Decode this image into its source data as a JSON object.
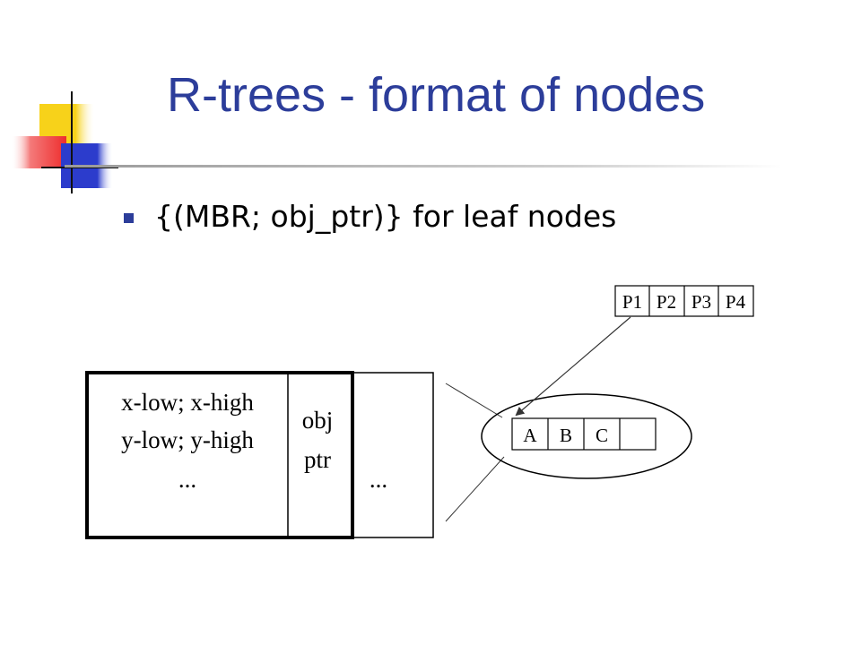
{
  "slide": {
    "title": "R-trees - format of nodes",
    "bullet": "{(MBR; obj_ptr)} for leaf nodes"
  },
  "node": {
    "line1": "x-low; x-high",
    "line2": "y-low; y-high",
    "line3": "...",
    "ptr_line1": "obj",
    "ptr_line2": "ptr",
    "more": "..."
  },
  "parent_node": {
    "cells": [
      "P1",
      "P2",
      "P3",
      "P4"
    ]
  },
  "child_node": {
    "cells": [
      "A",
      "B",
      "C",
      ""
    ]
  },
  "colors": {
    "title": "#2c3d9a",
    "bullet": "#2c3d9a",
    "deco_yellow": "#f7d21a",
    "deco_red": "#ee2d2d",
    "deco_blue": "#2c3ccc"
  }
}
